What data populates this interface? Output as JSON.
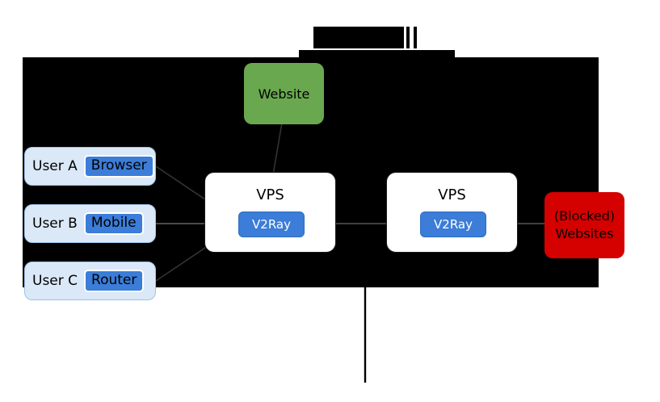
{
  "diagram": {
    "title_redacted": "",
    "users": [
      {
        "user_label": "User A",
        "device_label": "Browser"
      },
      {
        "user_label": "User B",
        "device_label": "Mobile"
      },
      {
        "user_label": "User C",
        "device_label": "Router"
      }
    ],
    "servers": [
      {
        "title": "VPS",
        "service": "V2Ray"
      },
      {
        "title": "VPS",
        "service": "V2Ray"
      }
    ],
    "website": {
      "label": "Website"
    },
    "blocked": {
      "line1": "(Blocked)",
      "line2": "Websites"
    },
    "colors": {
      "user_box_fill": "#dae8f7",
      "user_box_stroke": "#9dc3e6",
      "device_chip_fill": "#3b7dd8",
      "vps_fill": "#ffffff",
      "vps_stroke": "#1a1a1a",
      "v2ray_fill": "#3b7dd8",
      "website_fill": "#6aa84f",
      "blocked_fill": "#d50000",
      "redaction_fill": "#000000",
      "connector_stroke": "#333333"
    }
  }
}
